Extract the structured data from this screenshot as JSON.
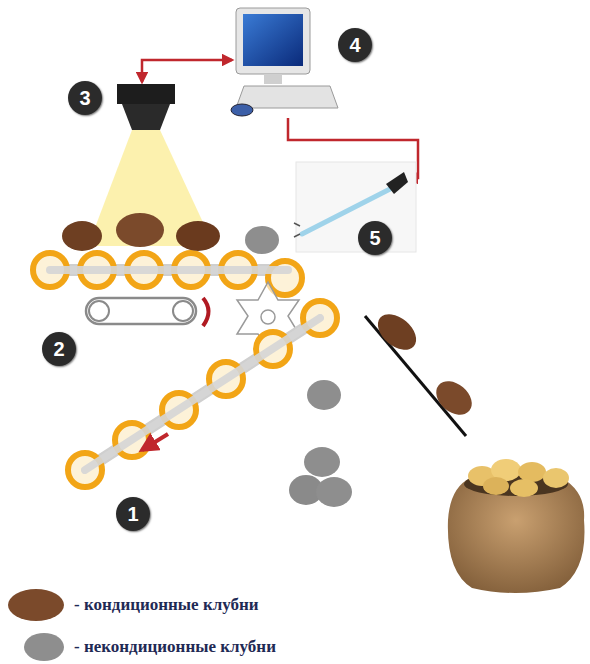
{
  "diagram": {
    "labels": [
      "1",
      "2",
      "3",
      "4",
      "5"
    ],
    "legend": [
      {
        "text": "- кондиционные клубни",
        "color": "#7b4a2b"
      },
      {
        "text": "- некондиционные клубни",
        "color": "#8e8e8e"
      }
    ]
  }
}
